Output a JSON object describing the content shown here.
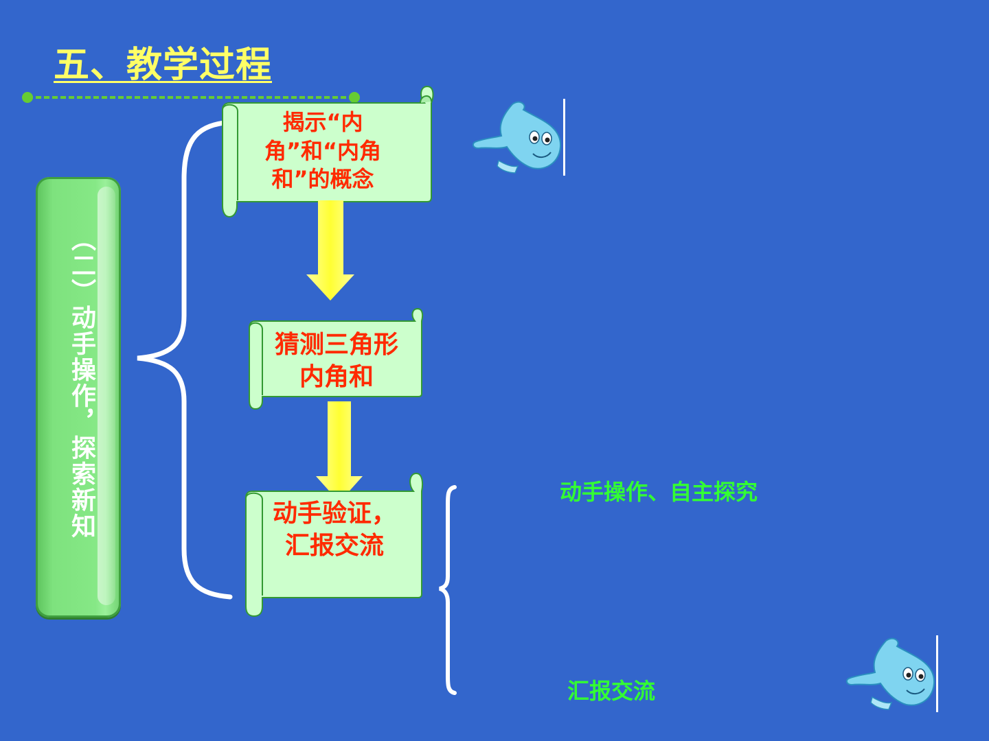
{
  "title": "五、教学过程",
  "section_label": "（二）动手操作，探索新知",
  "steps": [
    {
      "text": "揭示“内角”和“内角和”的概念"
    },
    {
      "text": "猜测三角形内角和"
    },
    {
      "text": "动手验证，汇报交流"
    }
  ],
  "notes": {
    "activity": "动手操作、自主探究",
    "report": "汇报交流"
  },
  "colors": {
    "background": "#3366cc",
    "title": "#ffff66",
    "scroll_fill": "#ccffcc",
    "step_text": "#ff2a00",
    "note_text": "#33ff33",
    "arrow": "#ffff33"
  },
  "icons": [
    "mascot-icon",
    "mascot-icon"
  ]
}
